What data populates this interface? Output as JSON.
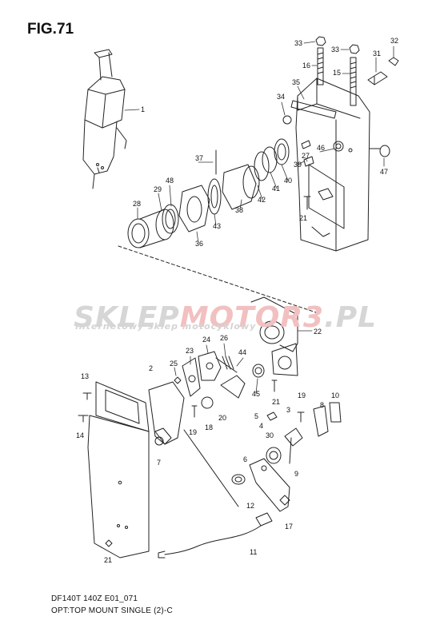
{
  "figure": {
    "title": "FIG.71",
    "model": "DF140T 140Z E01_071",
    "caption": "OPT:TOP MOUNT SINGLE (2)-C"
  },
  "watermark": {
    "main_a": "SKLEP",
    "main_b": "MOTOR3",
    "main_c": ".PL",
    "sub": "internetowy sklep motocyklowy"
  },
  "part_labels": [
    "1",
    "2",
    "3",
    "4",
    "5",
    "6",
    "7",
    "8",
    "9",
    "10",
    "11",
    "12",
    "13",
    "14",
    "15",
    "16",
    "17",
    "18",
    "19",
    "20",
    "21",
    "22",
    "23",
    "24",
    "25",
    "26",
    "27",
    "28",
    "29",
    "30",
    "31",
    "32",
    "33",
    "34",
    "35",
    "36",
    "37",
    "38",
    "39",
    "40",
    "41",
    "42",
    "43",
    "44",
    "45",
    "46",
    "47",
    "48"
  ]
}
